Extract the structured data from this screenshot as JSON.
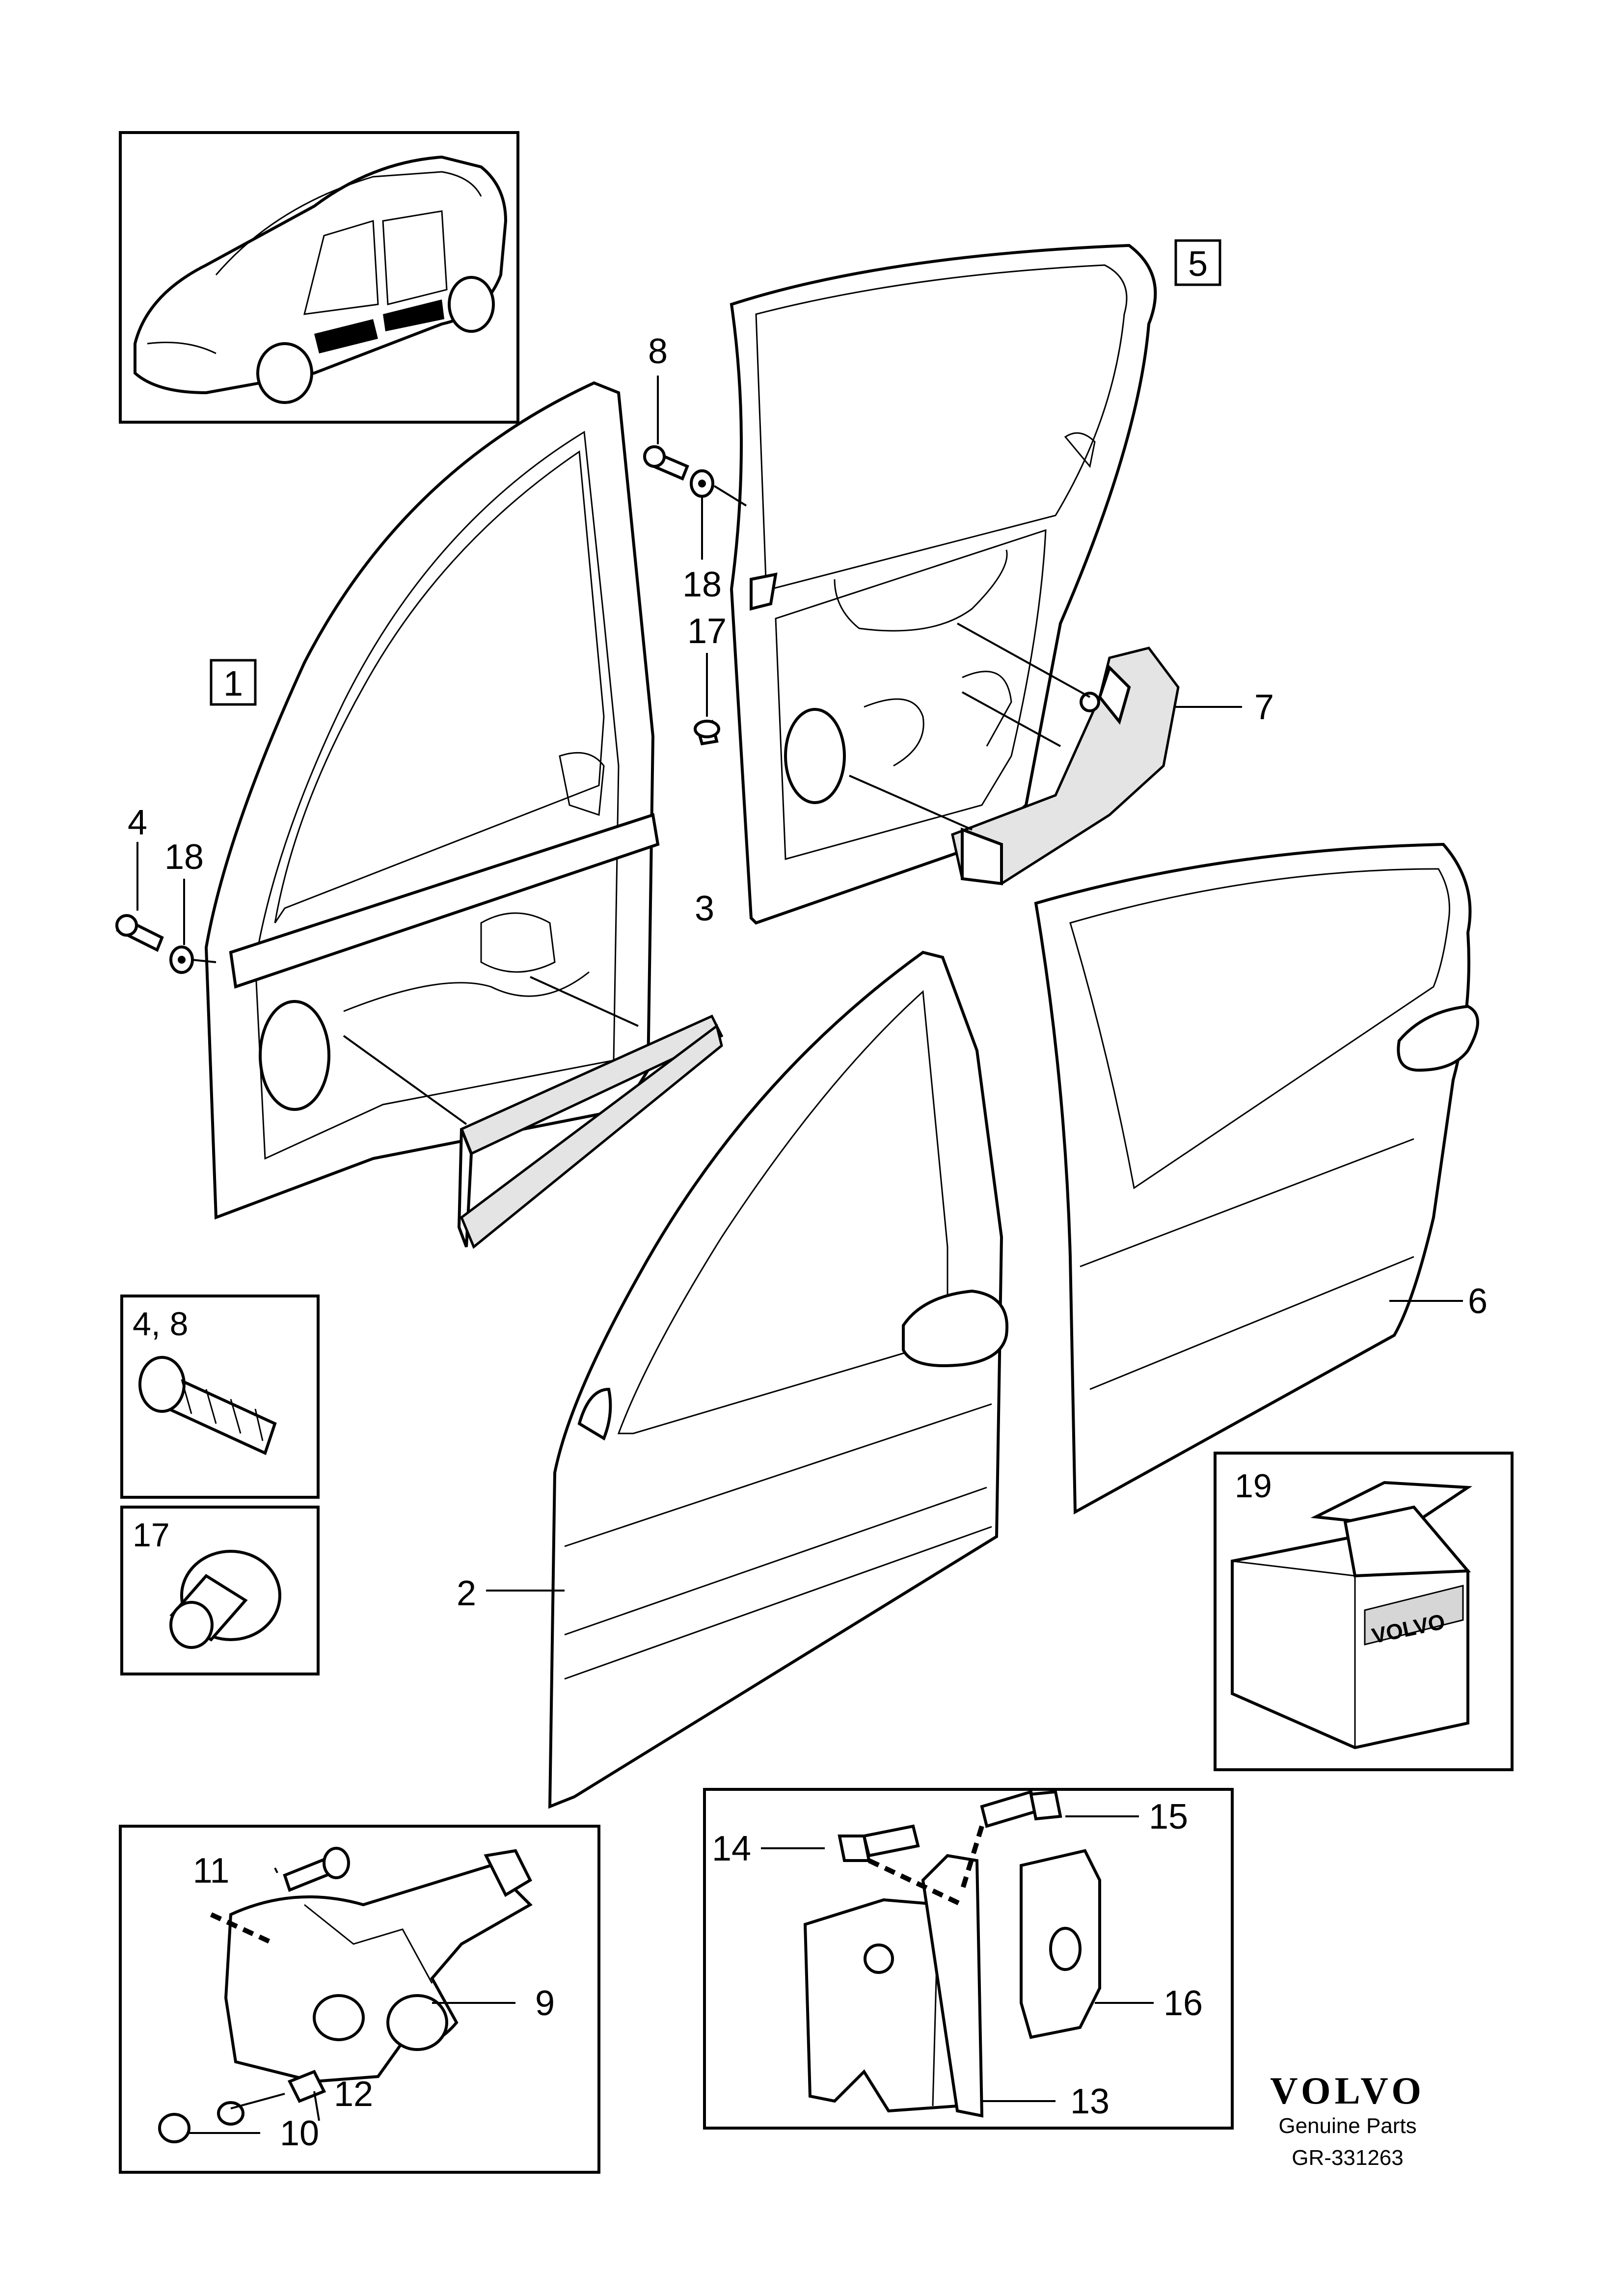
{
  "callouts": {
    "c1": "1",
    "c2": "2",
    "c3": "3",
    "c4": "4",
    "c5": "5",
    "c6": "6",
    "c7": "7",
    "c8": "8",
    "c9": "9",
    "c10": "10",
    "c11": "11",
    "c12": "12",
    "c13": "13",
    "c14": "14",
    "c15": "15",
    "c16": "16",
    "c17": "17",
    "c18a": "18",
    "c18b": "18"
  },
  "insets": {
    "bolt_label": "4, 8",
    "plug_label": "17",
    "kit_label": "19",
    "kit_box_text": "VOLVO"
  },
  "footer": {
    "brand": "VOLVO",
    "tagline": "Genuine Parts",
    "diagram_id": "GR-331263"
  }
}
